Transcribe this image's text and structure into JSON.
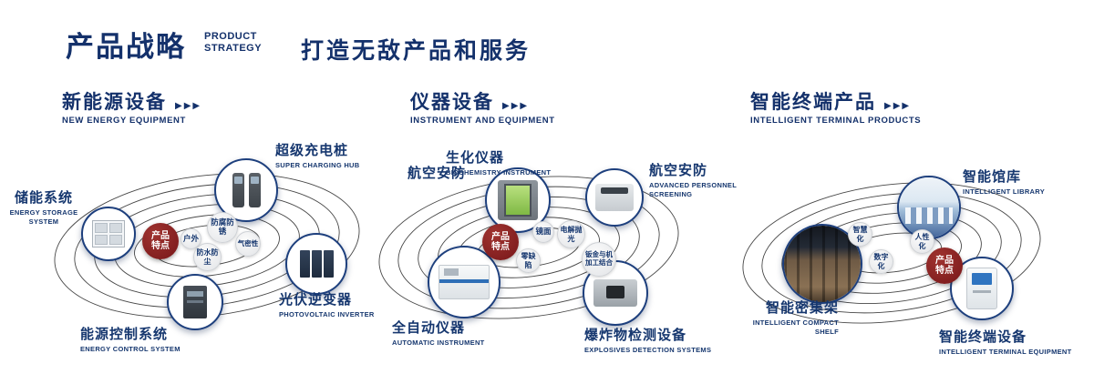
{
  "header": {
    "title_zh": "产品战略",
    "title_en_line1": "PRODUCT",
    "title_en_line2": "STRATEGY",
    "slogan": "打造无敌产品和服务"
  },
  "icons": {
    "section_arrows": "▶▶▶"
  },
  "colors": {
    "navy": "#14316b",
    "badge_red": "#8a1e22",
    "orbit_line": "#474747"
  },
  "sections": [
    {
      "title_zh": "新能源设备",
      "title_en": "NEW ENERGY EQUIPMENT",
      "badge": "产品特点",
      "features": [
        "防腐防锈",
        "户外",
        "气密性",
        "防水防尘"
      ],
      "products": [
        {
          "name_zh": "超级充电桩",
          "name_en": "SUPER CHARGING HUB"
        },
        {
          "name_zh": "储能系统",
          "name_en": "ENERGY STORAGE SYSTEM"
        },
        {
          "name_zh": "光伏逆变器",
          "name_en": "PHOTOVOLTAIC INVERTER"
        },
        {
          "name_zh": "能源控制系统",
          "name_en": "ENERGY CONTROL SYSTEM"
        }
      ]
    },
    {
      "title_zh": "仪器设备",
      "title_en": "INSTRUMENT AND EQUIPMENT",
      "badge": "产品特点",
      "side_label": "航空安防",
      "features": [
        "镜面",
        "电解抛光",
        "零缺陷",
        "钣金与机加工结合"
      ],
      "products": [
        {
          "name_zh": "生化仪器",
          "name_en": "BIOCHEMISTRY INSTRUMENT"
        },
        {
          "name_zh": "航空安防",
          "name_en": "ADVANCED PERSONNEL SCREENING"
        },
        {
          "name_zh": "全自动仪器",
          "name_en": "AUTOMATIC INSTRUMENT"
        },
        {
          "name_zh": "爆炸物检测设备",
          "name_en": "EXPLOSIVES DETECTION SYSTEMS"
        }
      ]
    },
    {
      "title_zh": "智能终端产品",
      "title_en": "INTELLIGENT TERMINAL PRODUCTS",
      "badge": "产品特点",
      "features": [
        "智慧化",
        "人性化",
        "数字化"
      ],
      "products": [
        {
          "name_zh": "智能馆库",
          "name_en": "INTELLIGENT LIBRARY"
        },
        {
          "name_zh": "智能密集架",
          "name_en": "INTELLIGENT COMPACT SHELF"
        },
        {
          "name_zh": "智能终端设备",
          "name_en": "INTELLIGENT TERMINAL EQUIPMENT"
        }
      ]
    }
  ]
}
